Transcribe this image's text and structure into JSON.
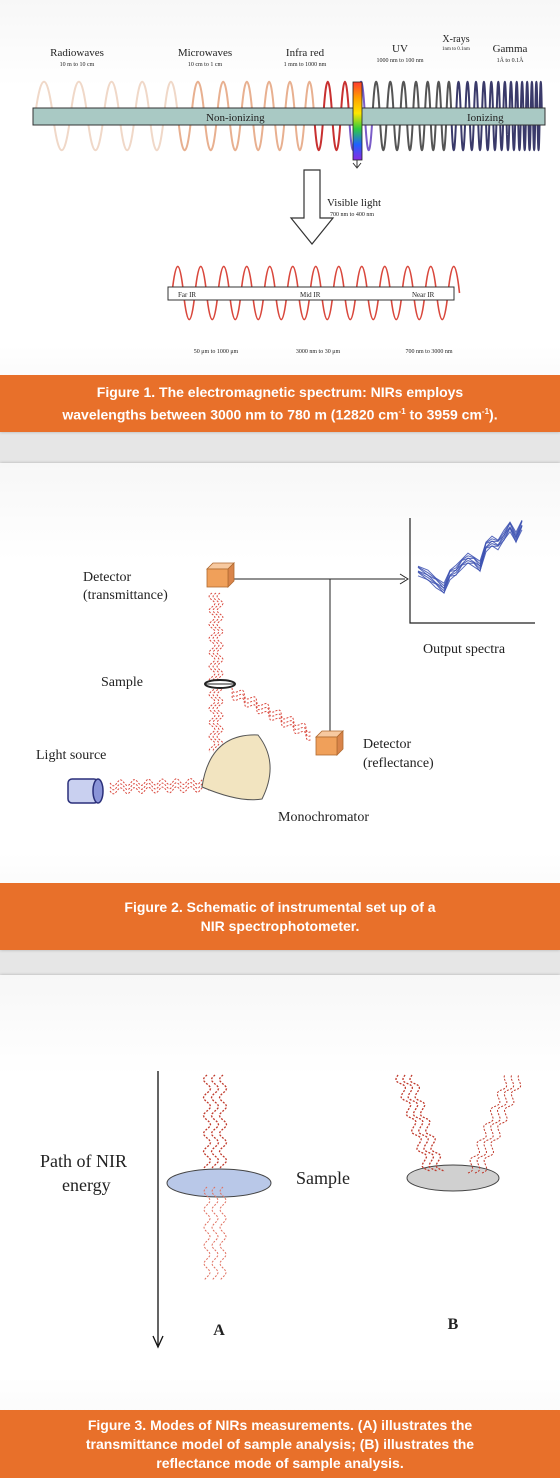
{
  "figure1": {
    "bands": [
      {
        "name": "Radiowaves",
        "range": "10 m to 10 cm"
      },
      {
        "name": "Microwaves",
        "range": "10 cm to 1 cm"
      },
      {
        "name": "Infra red",
        "range": "1 mm to 1000 nm"
      },
      {
        "name": "UV",
        "range": "1000 nm to 100 nm"
      },
      {
        "name": "X-rays",
        "range": "1nm to 0.1nm"
      },
      {
        "name": "Gamma",
        "range": "1Å to 0.1Å"
      }
    ],
    "bar_left": "Non-ionizing",
    "bar_right": "Ionizing",
    "visible_name": "Visible light",
    "visible_range": "700 nm to 400 nm",
    "ir_regions": [
      "Far IR",
      "Mid IR",
      "Near IR"
    ],
    "ir_ranges": [
      "50 μm to 1000 μm",
      "3000 nm to 30 μm",
      "700 nm to 3000 nm"
    ],
    "caption_line1": "Figure 1. The electromagnetic spectrum:  NIRs employs",
    "caption_line2_a": "wavelengths between 3000 nm to 780 m (12820 cm",
    "caption_sup1": "-1",
    "caption_line2_b": " to 3959 cm",
    "caption_sup2": "-1",
    "caption_line2_c": ")."
  },
  "figure2": {
    "detector_transmittance": [
      "Detector",
      "(transmittance)"
    ],
    "output_spectra": "Output spectra",
    "sample": "Sample",
    "light_source": "Light source",
    "detector_reflectance": [
      "Detector",
      "(reflectance)"
    ],
    "monochromator": "Monochromator",
    "caption_line1": "Figure 2. Schematic of instrumental set up of a",
    "caption_line2": "NIR spectrophotometer."
  },
  "figure3": {
    "path_label": [
      "Path of NIR",
      "energy"
    ],
    "sample": "Sample",
    "label_a": "A",
    "label_b": "B",
    "caption_line1": "Figure 3. Modes of NIRs measurements. (A) illustrates the",
    "caption_line2": "transmittance model of sample analysis; (B) illustrates the",
    "caption_line3": "reflectance mode of sample analysis."
  },
  "colors": {
    "caption_bg": "#e8702a",
    "bar": "#a9c9c4",
    "wave_red": "#d9473c",
    "lens_blue": "#b9c8e8",
    "box_orange": "#f0a05a",
    "spectrum_blue": "#3a4fb0"
  }
}
